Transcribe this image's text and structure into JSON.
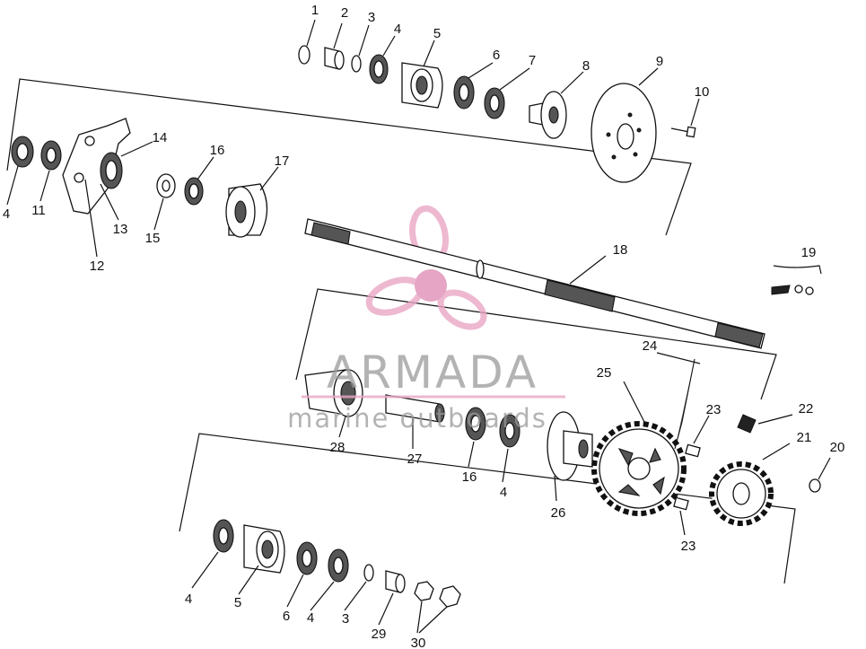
{
  "watermark": {
    "brand": "ARMADA",
    "tagline": "marine outboards",
    "colors": {
      "logo": "#e9a7c5",
      "logo_center": "#e08fb6",
      "text": "#9a9a9a"
    }
  },
  "callouts": [
    {
      "id": "c-1-top",
      "label": "1"
    },
    {
      "id": "c-2-top",
      "label": "2"
    },
    {
      "id": "c-3-top",
      "label": "3"
    },
    {
      "id": "c-4-top",
      "label": "4"
    },
    {
      "id": "c-5-top",
      "label": "5"
    },
    {
      "id": "c-6-top",
      "label": "6"
    },
    {
      "id": "c-7",
      "label": "7"
    },
    {
      "id": "c-8",
      "label": "8"
    },
    {
      "id": "c-9",
      "label": "9"
    },
    {
      "id": "c-10",
      "label": "10"
    },
    {
      "id": "c-14",
      "label": "14"
    },
    {
      "id": "c-16-left",
      "label": "16"
    },
    {
      "id": "c-17",
      "label": "17"
    },
    {
      "id": "c-4-left",
      "label": "4"
    },
    {
      "id": "c-11",
      "label": "11"
    },
    {
      "id": "c-13",
      "label": "13"
    },
    {
      "id": "c-15",
      "label": "15"
    },
    {
      "id": "c-12",
      "label": "12"
    },
    {
      "id": "c-19",
      "label": "19"
    },
    {
      "id": "c-18",
      "label": "18"
    },
    {
      "id": "c-24",
      "label": "24"
    },
    {
      "id": "c-25",
      "label": "25"
    },
    {
      "id": "c-23-top",
      "label": "23"
    },
    {
      "id": "c-22",
      "label": "22"
    },
    {
      "id": "c-21",
      "label": "21"
    },
    {
      "id": "c-20",
      "label": "20"
    },
    {
      "id": "c-28",
      "label": "28"
    },
    {
      "id": "c-27",
      "label": "27"
    },
    {
      "id": "c-16-mid",
      "label": "16"
    },
    {
      "id": "c-4-mid",
      "label": "4"
    },
    {
      "id": "c-26",
      "label": "26"
    },
    {
      "id": "c-23-bottom",
      "label": "23"
    },
    {
      "id": "c-4-b1",
      "label": "4"
    },
    {
      "id": "c-5-bottom",
      "label": "5"
    },
    {
      "id": "c-6-bottom",
      "label": "6"
    },
    {
      "id": "c-4-b2",
      "label": "4"
    },
    {
      "id": "c-3-bottom",
      "label": "3"
    },
    {
      "id": "c-29",
      "label": "29"
    },
    {
      "id": "c-30",
      "label": "30"
    }
  ]
}
